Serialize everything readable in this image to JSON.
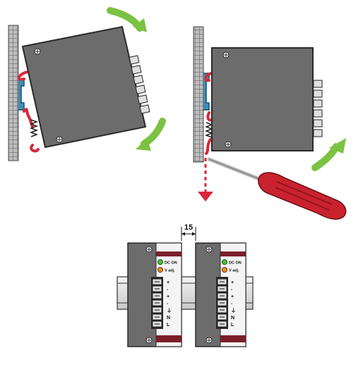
{
  "dimension": {
    "value": "15"
  },
  "psu_left": {
    "led_dc_on": "DC ON",
    "led_vadj": "V adj.",
    "terminals": [
      "+",
      "-",
      "+",
      "-",
      "⏚",
      "N",
      "L"
    ]
  },
  "psu_right": {
    "led_dc_on": "DC ON",
    "led_vadj": "V adj.",
    "terminals": [
      "+",
      "-",
      "+",
      "-",
      "⏚",
      "N",
      "L"
    ]
  },
  "colors": {
    "housing": "#6c6c6c",
    "housing_edge": "#2a2a2a",
    "rail_clip": "#d8283a",
    "din_rail": "#3d8fb5",
    "rotate_arrow": "#7cc242",
    "pull_arrow": "#d8283a",
    "label_strip": "#7a1f2a",
    "led_green": "#4fbf3f",
    "led_orange": "#ef8a1e"
  },
  "icons": [
    "rotate-arrow-icon",
    "down-arrow-icon",
    "screwdriver-icon",
    "ground-symbol-icon",
    "screw-icon"
  ]
}
